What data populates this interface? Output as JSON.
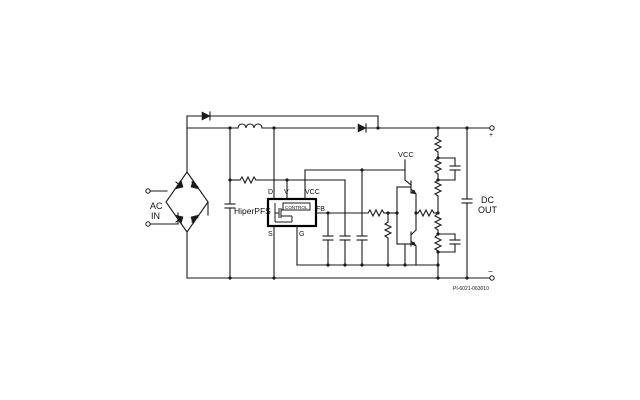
{
  "labels": {
    "ac_in_line1": "AC",
    "ac_in_line2": "IN",
    "dc_out_line1": "DC",
    "dc_out_line2": "OUT",
    "chip_name": "HiperPFS",
    "pin_d": "D",
    "pin_v": "V",
    "pin_vcc": "VCC",
    "pin_fb": "FB",
    "pin_s": "S",
    "pin_g": "G",
    "control": "CONTROL",
    "vcc_label": "VCC",
    "plus": "+",
    "minus": "−",
    "figure_id": "PI-6021-063010"
  }
}
